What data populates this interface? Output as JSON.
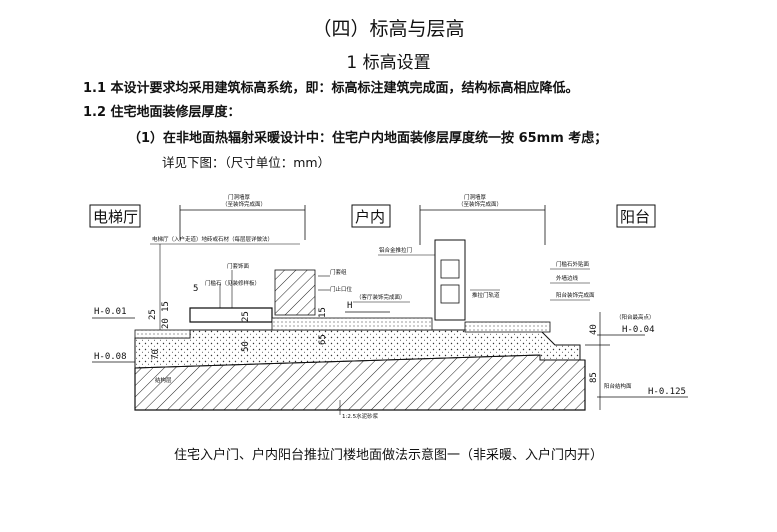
{
  "title": "（四）标高与层高",
  "subtitle": "1  标高设置",
  "item_1_1": "1.1 本设计要求均采用建筑标高系统，即：标高标注建筑完成面，结构标高相应降低。",
  "item_1_2": "1.2 住宅地面装修层厚度：",
  "item_1_2_sub": "（1）在非地面热辐射采暖设计中：住宅户内地面装修层厚度统一按 65mm 考虑；",
  "item_1_2_note": "详见下图：（尺寸单位：mm）",
  "figure": {
    "zones": {
      "left": "电梯厅",
      "middle": "户内",
      "right": "阳台"
    },
    "labels": {
      "door_thickness_1": "门洞墙厚",
      "door_thickness_1_note": "（至装饰完成面）",
      "door_thickness_2": "门洞墙厚",
      "door_thickness_2_note": "（至装饰完成面）",
      "hall_floor": "电梯厅（入户走道）地砖或石材（每层层详做法）",
      "door_frame": "门套饰面",
      "door_sill": "门槛石（见装修样板）",
      "door_leaf": "门套组",
      "door_stop": "门止口位",
      "alu_window": "铝合金推拉门",
      "sliding_rail": "推拉门轨道",
      "indoor_finish": "（客厅装饰完成面）",
      "threshold_stone": "门槛石外贴面",
      "waterproof": "外墙边线",
      "balcony_finish": "阳台装饰完成面",
      "balcony_high_point": "（阳台最高点）",
      "balcony_structure": "阳台结构面",
      "slab": "结构层",
      "mortar": "1:2.5水泥砂浆"
    },
    "dims": {
      "d5": "5",
      "d25a": "25",
      "d25b": "25",
      "d15a": "15",
      "d15b": "15",
      "d20": "20",
      "d70": "70",
      "d50": "50",
      "d65": "65",
      "d40": "40",
      "d85": "85"
    },
    "elevations": {
      "hall_elev": "H-0.01",
      "hall_struct": "H-0.08",
      "indoor": "H",
      "balcony": "H-0.04",
      "balcony_struct": "H-0.125"
    }
  },
  "caption": "住宅入户门、户内阳台推拉门楼地面做法示意图一（非采暖、入户门内开）"
}
